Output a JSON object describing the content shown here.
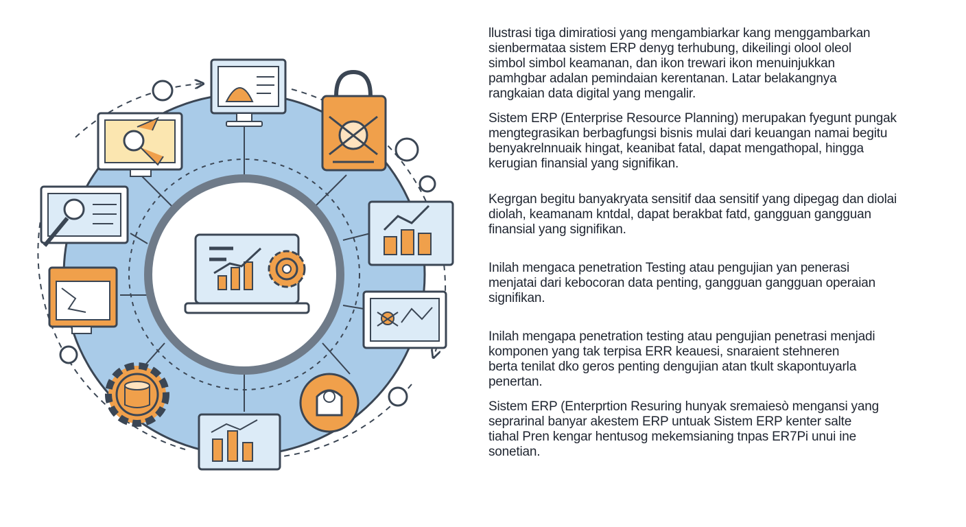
{
  "colors": {
    "circle_fill": "#a9cbe8",
    "outline": "#3b4654",
    "accent_orange": "#f0a04b",
    "screen_blue": "#dcebf7",
    "screen_yellow": "#fbe6b0",
    "ring": "#6f7b89"
  },
  "icons": [
    "center-laptop-chart-gear-icon",
    "monitor-hacker-icon",
    "padlock-bug-icon",
    "monitor-rising-chart-icon",
    "monitor-bug-graph-icon",
    "shield-user-icon",
    "monitor-bar-chart-icon",
    "gear-database-icon",
    "monitor-broken-icon",
    "monitor-magnifier-icon",
    "monitor-arrows-icon"
  ],
  "paragraphs": [
    {
      "lines": [
        "llustrasi tiga dimiratiosi yang mengambiarkar kang menggambarkan",
        "sienbermataa sistem ERP denyg terhubung, dikeilingi olool oleol",
        "simbol simbol keamanan, dan ikon trewari ikon menuinjukkan",
        "pamhgbar adalan pemindaian kerentanan. Latar belakangnya",
        "rangkaian data digital yang mengalir."
      ]
    },
    {
      "lines": [
        "Sistem ERP (Enterprise Resource Planning) merupakan fyegunt pungak",
        "mengtegrasikan berbagfungsi bisnis mulai dari keuangan namai begitu",
        "benyakrelnnuaik hingat, keanibat fatal, dapat mengathopal, hingga",
        "kerugian finansial yang signifikan."
      ]
    },
    {
      "lines": [
        "Kegrgan begitu banyakryata sensitif daa sensitif yang dipegag dan diolai",
        "diolah, keamanam kntdal, dapat berakbat fatd, gangguan gangguan",
        "finansial yang signifikan."
      ]
    },
    {
      "lines": [
        "Inilah mengaca penetration Testing atau pengujian yan penerasi",
        "menjatai dari kebocoran data penting, gangguan gangguan operaian",
        "signifikan."
      ]
    },
    {
      "lines": [
        "Inilah mengapa penetration testing atau pengujian penetrasi menjadi",
        "komponen yang tak terpisa ERR keauesi, snaraient stehneren",
        "berta tenilat dko geros penting dengujian atan tkult skapontuyarla",
        "penertan."
      ]
    },
    {
      "lines": [
        "Sistem ERP (Enterprtion Resuring hunyak sremaiesò mengansi yang",
        "seprarinal banyar akestem ERP untuak Sistem ERP kenter salte",
        "tiahal Pren kengar hentusog mekemsianing tnpas ER7Pi unui ine",
        "sonetian."
      ]
    }
  ]
}
